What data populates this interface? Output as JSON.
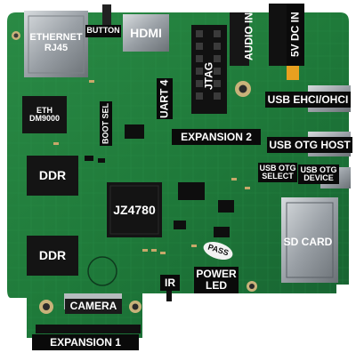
{
  "labels": {
    "ethernet_line1": "ETHERNET",
    "ethernet_line2": "RJ45",
    "button": "BUTTON",
    "hdmi": "HDMI",
    "audio_in": "AUDIO IN",
    "dc_in": "5V DC IN",
    "jtag": "JTAG",
    "uart4": "UART 4",
    "eth_line1": "ETH",
    "eth_line2": "DM9000",
    "boot_sel": "BOOT SEL",
    "usb_ehci": "USB EHCI/OHCI",
    "expansion2": "EXPANSION 2",
    "usb_otg_host": "USB OTG HOST",
    "usb_otg_select_1": "USB OTG",
    "usb_otg_select_2": "SELECT",
    "usb_otg_device_1": "USB OTG",
    "usb_otg_device_2": "DEVICE",
    "ddr_top": "DDR",
    "soc": "JZ4780",
    "sd_card": "SD CARD",
    "ddr_bottom": "DDR",
    "pass_sticker": "PASS",
    "power_led_1": "POWER",
    "power_led_2": "LED",
    "ir": "IR",
    "camera": "CAMERA",
    "expansion1": "EXPANSION 1"
  },
  "colors": {
    "pcb": "#1f7a3a",
    "pcb_dark": "#155a2a",
    "label_bg": "#0a0a0a",
    "label_fg": "#ffffff",
    "connector_metal": "#9aa0a6",
    "chip": "#141414"
  }
}
